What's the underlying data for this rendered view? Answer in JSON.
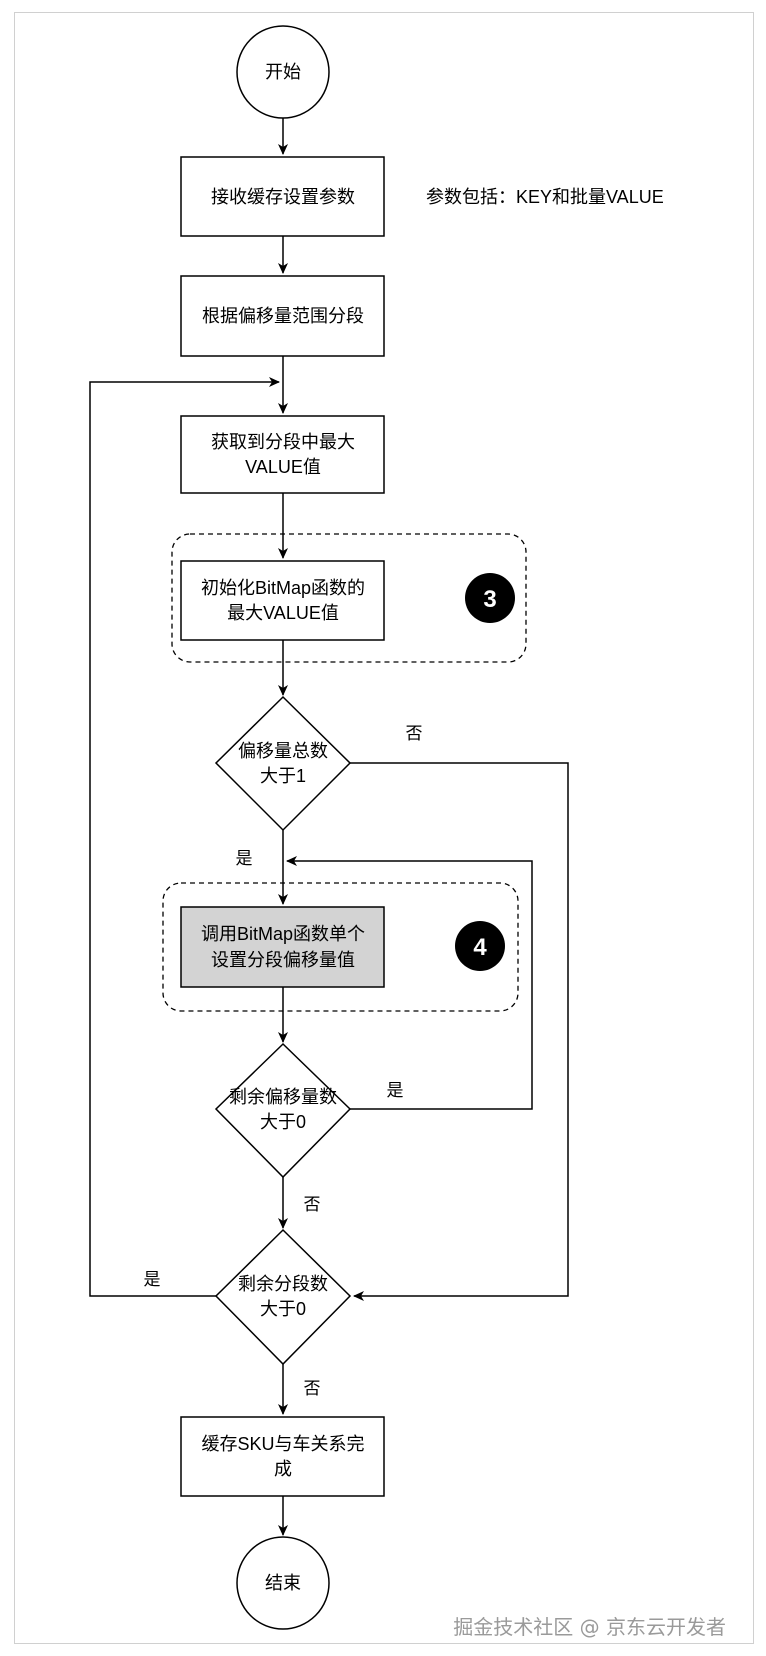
{
  "nodes": {
    "start": "开始",
    "receive": "接收缓存设置参数",
    "note_params": "参数包括：KEY和批量VALUE",
    "segment": "根据偏移量范围分段",
    "get_max_line1": "获取到分段中最大",
    "get_max_line2": "VALUE值",
    "init_line1": "初始化BitMap函数的",
    "init_line2": "最大VALUE值",
    "decision1_line1": "偏移量总数",
    "decision1_line2": "大于1",
    "call_line1": "调用BitMap函数单个",
    "call_line2": "设置分段偏移量值",
    "decision2_line1": "剩余偏移量数",
    "decision2_line2": "大于0",
    "decision3_line1": "剩余分段数",
    "decision3_line2": "大于0",
    "complete_line1": "缓存SKU与车关系完",
    "complete_line2": "成",
    "end": "结束"
  },
  "badges": {
    "b3": "3",
    "b4": "4"
  },
  "edge_labels": {
    "d1_no": "否",
    "d1_yes": "是",
    "d2_yes": "是",
    "d2_no": "否",
    "d3_yes": "是",
    "d3_no": "否"
  },
  "watermark": "掘金技术社区 @ 京东云开发者",
  "colors": {
    "highlight_fill": "#d3d3d3",
    "stroke": "#000000",
    "badge": "#000000"
  }
}
